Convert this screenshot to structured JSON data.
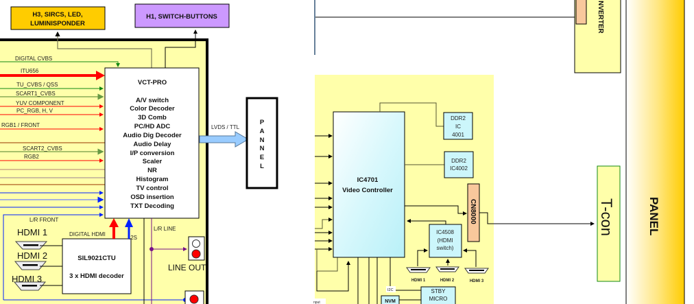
{
  "top_boxes": {
    "h3": [
      "H3, SIRCS, LED,",
      "LUMINISPONDER"
    ],
    "h1": "H1, SWITCH-BUTTONS"
  },
  "signals": {
    "digital_cvbs": "DIGITAL CVBS",
    "itu656": "ITU656",
    "tu_cvbs": "TU_CVBS / QSS",
    "scart1": "SCART1_CVBS",
    "yuv": "YUV COMPONENT",
    "pc_rgb": "PC_RGB, H, V",
    "rgb1": "RGB1 / FRONT",
    "scart2": "SCART2_CVBS",
    "rgb2": "RGB2",
    "lr_front": "L/R FRONT",
    "digital_hdmi": "DIGITAL HDMI",
    "i2s": "I2S",
    "lr_line": "L/R LINE",
    "lvds": "LVDS / TTL",
    "i2c": "I2C",
    "input": "nput"
  },
  "vct": {
    "title": "VCT-PRO",
    "functions": [
      "A/V switch",
      "Color Decoder",
      "3D Comb",
      "PC/HD ADC",
      "Audio Dig Decoder",
      "Audio Delay",
      "I/P conversion",
      "Scaler",
      "NR",
      "Histogram",
      "TV control",
      "OSD insertion",
      "TXT Decoding"
    ]
  },
  "hdmi_left": [
    "HDMI 1",
    "HDMI 2",
    "HDMI 3"
  ],
  "decoder": {
    "name": "SIL9021CTU",
    "desc": "3 x HDMI decoder"
  },
  "line_out": "LINE OUT",
  "pannel": [
    "P",
    "A",
    "N",
    "N",
    "E",
    "L"
  ],
  "right": {
    "inverter": "NVERTER",
    "video_controller": [
      "IC4701",
      "Video Controller"
    ],
    "ddr1": [
      "DDR2",
      "IC",
      "4001"
    ],
    "ddr2": [
      "DDR2",
      "IC4002"
    ],
    "cn": "CN8000",
    "hdmi_switch": [
      "IC4508",
      "(HDMI",
      "switch)"
    ],
    "hdmi": [
      "HDMI 1",
      "HDMI 2",
      "HDMI 3"
    ],
    "stby": [
      "STBY",
      "MICRO"
    ],
    "nvm": "NVM",
    "tcon": "T-con",
    "panel": "PANEL"
  },
  "colors": {
    "yellow_bg": "#ffffaa",
    "orange": "#ffcc00",
    "purple": "#cc99ff",
    "cyan": "#ccf6fb",
    "peach": "#f8c89c"
  }
}
